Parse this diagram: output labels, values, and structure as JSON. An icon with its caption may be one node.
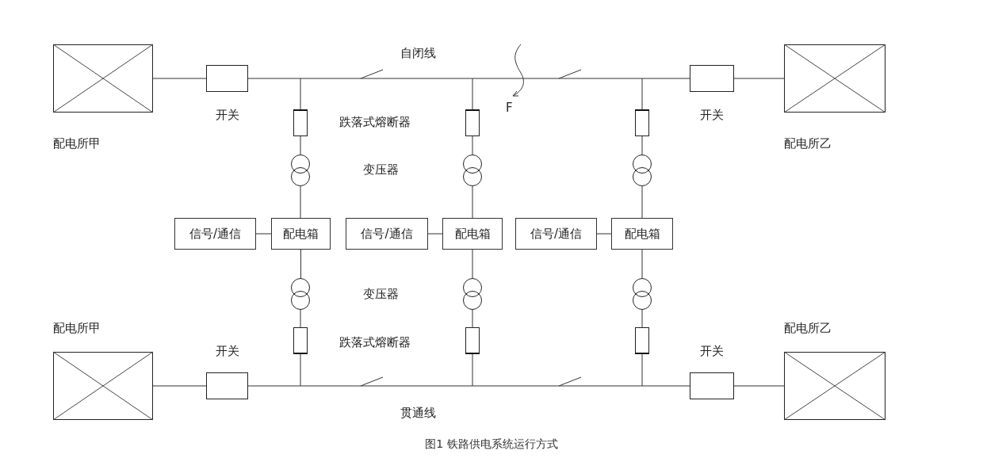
{
  "diagram": {
    "caption": "图1 铁路供电系统运行方式",
    "nodes": [
      {
        "text": [
          "配电所甲"
        ]
      },
      {
        "text": [
          "开关"
        ]
      },
      {
        "text": [
          "开关"
        ]
      },
      {
        "text": [
          "配电所乙"
        ]
      },
      {
        "text": [],
        "shape": "box"
      },
      {
        "text": [],
        "shape": "box"
      },
      {
        "text": [],
        "shape": "box"
      },
      {
        "text": [],
        "shape": "circle"
      },
      {
        "text": [],
        "shape": "circle"
      },
      {
        "text": [],
        "shape": "circle"
      },
      {
        "text": [
          "信号/通信"
        ]
      },
      {
        "text": [
          "配电箱"
        ]
      },
      {
        "text": [
          "信号/通信"
        ]
      },
      {
        "text": [
          "配电箱"
        ]
      },
      {
        "text": [
          "信号/通信"
        ]
      },
      {
        "text": [
          "配电箱"
        ]
      },
      {
        "text": [],
        "shape": "circle"
      },
      {
        "text": [],
        "shape": "circle"
      },
      {
        "text": [],
        "shape": "circle"
      },
      {
        "text": [],
        "shape": "box"
      },
      {
        "text": [],
        "shape": "box"
      },
      {
        "text": [],
        "shape": "box"
      },
      {
        "text": [
          "配电所甲"
        ]
      },
      {
        "text": [
          "开关"
        ]
      },
      {
        "text": [
          "开关"
        ]
      },
      {
        "text": [
          "配电所乙"
        ]
      }
    ],
    "edges": [
      {
        "from": 0,
        "to": 1,
        "arrow": "none"
      },
      {
        "from": 1,
        "to": 2,
        "arrow": "none"
      },
      {
        "from": 2,
        "to": 3,
        "arrow": "none"
      },
      {
        "from": null,
        "to": 4,
        "arrow": "none"
      },
      {
        "from": null,
        "to": 5,
        "arrow": "none"
      },
      {
        "from": null,
        "to": 6,
        "arrow": "none"
      },
      {
        "from": 4,
        "to": 7,
        "arrow": "none"
      },
      {
        "from": 5,
        "to": 8,
        "arrow": "none"
      },
      {
        "from": 6,
        "to": 9,
        "arrow": "none"
      },
      {
        "from": 7,
        "to": 11,
        "arrow": "none"
      },
      {
        "from": 8,
        "to": 13,
        "arrow": "none"
      },
      {
        "from": 9,
        "to": 15,
        "arrow": "none"
      },
      {
        "from": 10,
        "to": 11,
        "arrow": "none"
      },
      {
        "from": 12,
        "to": 13,
        "arrow": "none"
      },
      {
        "from": 14,
        "to": 15,
        "arrow": "none"
      },
      {
        "from": 11,
        "to": 16,
        "arrow": "none"
      },
      {
        "from": 13,
        "to": 17,
        "arrow": "none"
      },
      {
        "from": 15,
        "to": 18,
        "arrow": "none"
      },
      {
        "from": 16,
        "to": 19,
        "arrow": "none"
      },
      {
        "from": 17,
        "to": 20,
        "arrow": "none"
      },
      {
        "from": 18,
        "to": 21,
        "arrow": "none"
      },
      {
        "from": 19,
        "to": null,
        "arrow": "none"
      },
      {
        "from": 20,
        "to": null,
        "arrow": "none"
      },
      {
        "from": 21,
        "to": null,
        "arrow": "none"
      },
      {
        "from": 22,
        "to": 23,
        "arrow": "none"
      },
      {
        "from": 23,
        "to": 24,
        "arrow": "none"
      },
      {
        "from": 24,
        "to": 25,
        "arrow": "none"
      }
    ],
    "labels": [
      "自闭线",
      "F",
      "跌落式熔断器",
      "变压器",
      "变压器",
      "跌落式熔断器",
      "贯通线"
    ]
  }
}
